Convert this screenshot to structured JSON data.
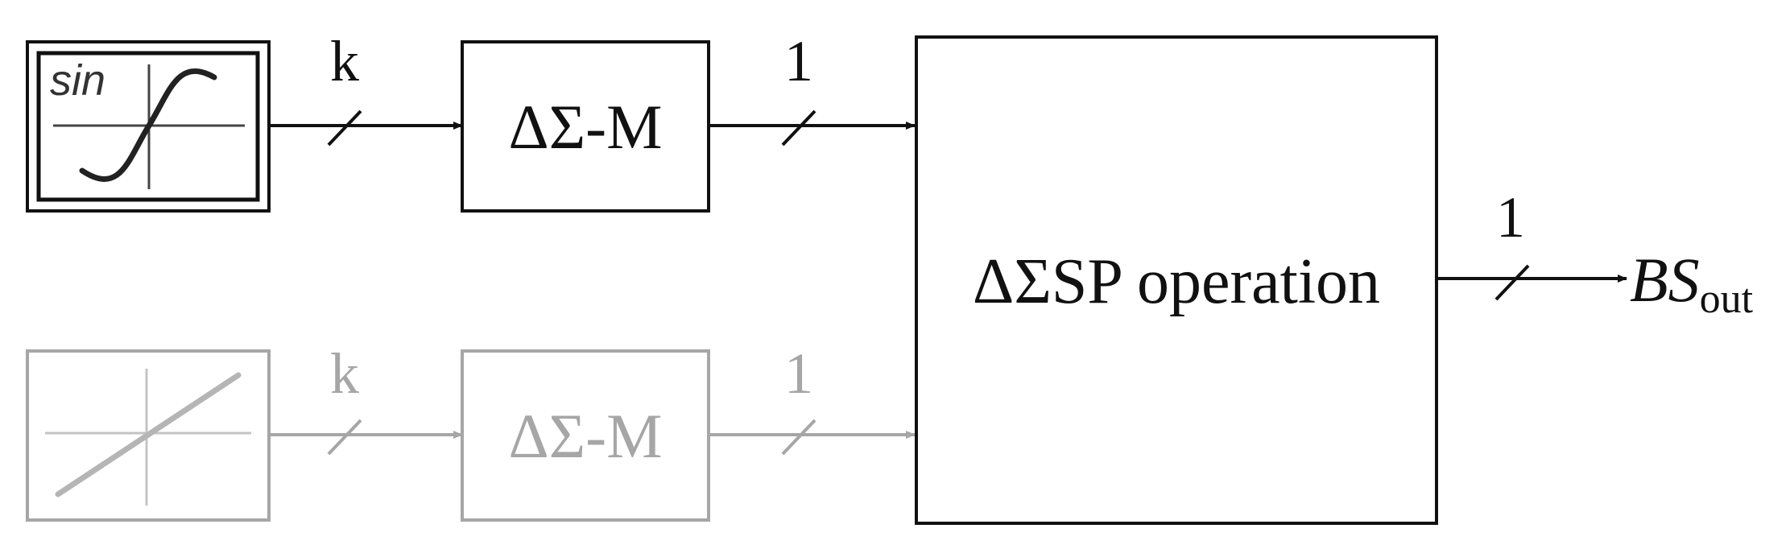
{
  "colors": {
    "active": "#111111",
    "inactive": "#a6a6a6",
    "background": "#ffffff"
  },
  "top_path": {
    "source_label": "sin",
    "source_icon": "sine-function-icon",
    "bus_width_in": "k",
    "modulator_label": "ΔΣ-M",
    "bus_width_out": "1"
  },
  "bottom_path": {
    "source_icon": "linear-function-icon",
    "bus_width_in": "k",
    "modulator_label": "ΔΣ-M",
    "bus_width_out": "1"
  },
  "operation_block": {
    "label": "ΔΣSP operation"
  },
  "output": {
    "bus_width": "1",
    "label_main": "BS",
    "label_sub": "out"
  }
}
